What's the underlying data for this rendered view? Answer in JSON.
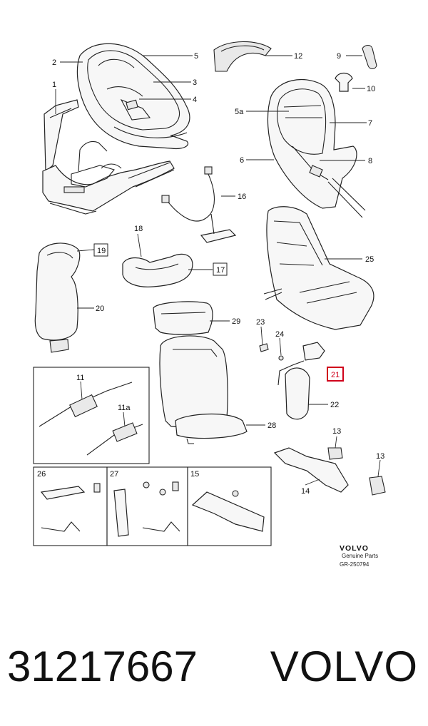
{
  "callouts": {
    "c1": "1",
    "c2": "2",
    "c3": "3",
    "c4": "4",
    "c5": "5",
    "c5a": "5a",
    "c6": "6",
    "c7": "7",
    "c8": "8",
    "c9": "9",
    "c10": "10",
    "c11": "11",
    "c11a": "11a",
    "c12": "12",
    "c13a": "13",
    "c13b": "13",
    "c14": "14",
    "c15": "15",
    "c16": "16",
    "c17": "17",
    "c18": "18",
    "c19": "19",
    "c20": "20",
    "c21": "21",
    "c22": "22",
    "c23": "23",
    "c24": "24",
    "c25": "25",
    "c26": "26",
    "c27": "27",
    "c28": "28",
    "c29": "29"
  },
  "highlight_color": "#d0021b",
  "branding": {
    "logo_text": "VOLVO",
    "subtitle": "Genuine Parts",
    "diagram_code": "GR-250794"
  },
  "footer": {
    "part_number": "31217667",
    "brand": "VOLVO"
  }
}
